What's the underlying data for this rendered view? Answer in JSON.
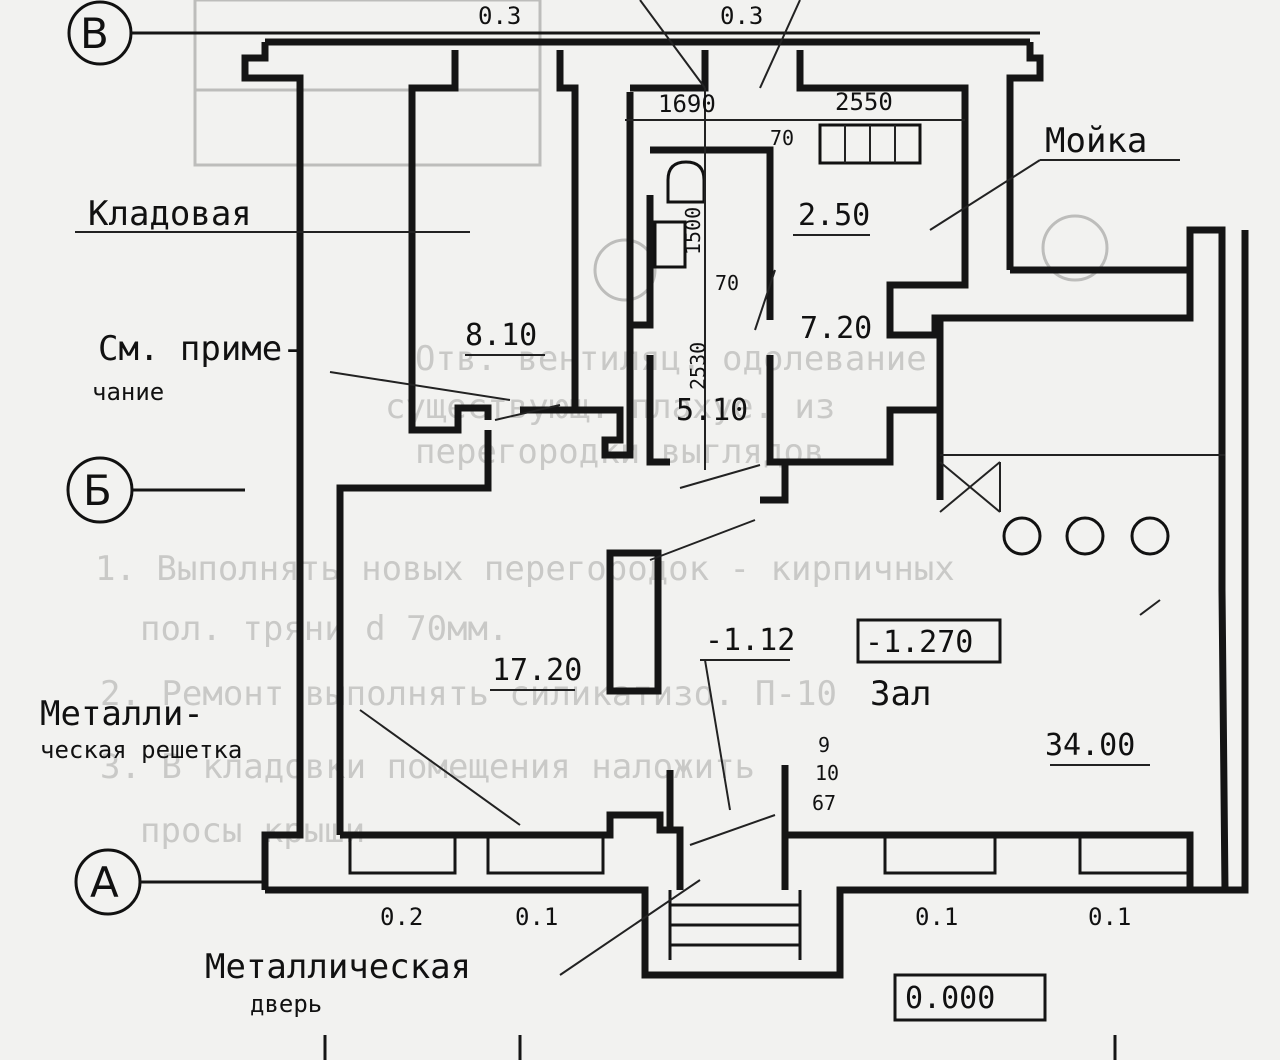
{
  "axes": [
    {
      "id": "v",
      "label": "В"
    },
    {
      "id": "b",
      "label": "Б"
    },
    {
      "id": "a",
      "label": "А"
    }
  ],
  "rooms": {
    "storage": {
      "name": "Кладовая",
      "area": "8.10"
    },
    "sink": {
      "name": "Мойка",
      "area": "2.50"
    },
    "room_720": {
      "area": "7.20"
    },
    "room_510": {
      "area": "5.10"
    },
    "room_1720": {
      "area": "17.20"
    },
    "hall": {
      "name": "Зал",
      "area": "34.00"
    }
  },
  "dimensions": {
    "top_left_03": "0.3",
    "top_right_03": "0.3",
    "d1690": "1690",
    "d2550": "2550",
    "d70_top": "70",
    "d1500": "1500",
    "d70_mid": "70",
    "d2530": "2530",
    "bottom_02": "0.2",
    "bottom_01_a": "0.1",
    "bottom_01_b": "0.1",
    "bottom_01_c": "0.1",
    "d67": "67",
    "d9": "9",
    "d10": "10"
  },
  "levels": {
    "lv_112": "-1.12",
    "lv_1270": "-1.270",
    "zero": "0.000"
  },
  "notes": {
    "see_note_1": "См. приме-",
    "see_note_2": "чание",
    "grille_1": "Металли-",
    "grille_2": "ческая решетка",
    "door_1": "Металлическая",
    "door_2": "дверь"
  },
  "background_notes": {
    "line1": "Отв. вентиляц. одолевание",
    "line2": "существующ. плахуе. из",
    "line3": "перегородки выглядов",
    "line4": "1. Выполнять новых перегородок - кирпичных",
    "line5": "пол. тряни d 70мм.",
    "line6": "2. Ремонт выполнять силикатизо. П-10",
    "line7": "3. В кладовки помещения наложить",
    "line8": "просы крыши"
  },
  "colors": {
    "ink": "#151515",
    "paper": "#f2f2f0",
    "ghost": "#bdbdbb"
  }
}
